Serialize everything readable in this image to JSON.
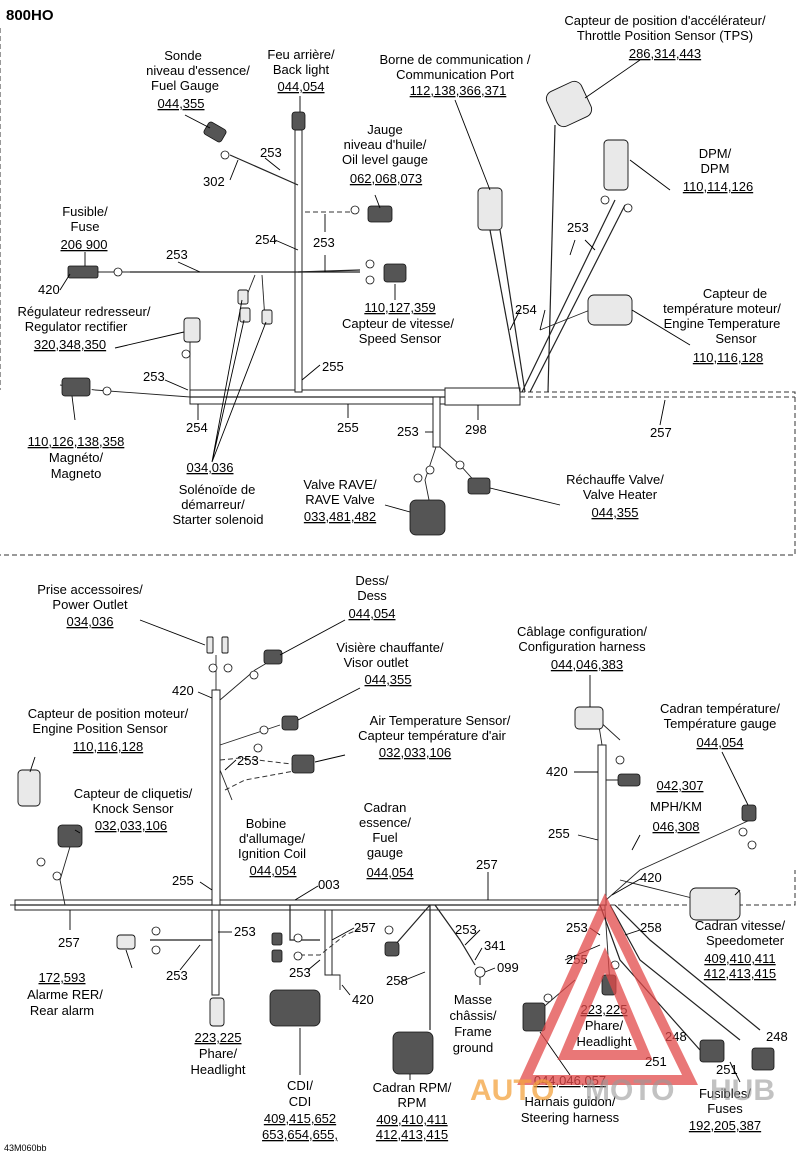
{
  "model": "800HO",
  "figure_ref": "43M060bb",
  "watermark": {
    "part1": "AUTO",
    "part2": "MOTO",
    "part3": "HUB"
  },
  "components": {
    "tps": {
      "fr": "Capteur de position d'accélérateur/",
      "en": "Throttle Position Sensor (TPS)",
      "codes": "286,314,443"
    },
    "comm_port": {
      "fr": "Borne de communication /",
      "en": "Communication Port",
      "codes": "112,138,366,371"
    },
    "back_light": {
      "fr": "Feu arrière/",
      "en": "Back light",
      "codes": "044,054"
    },
    "fuel_gauge": {
      "l1": "Sonde",
      "l2": "niveau d'essence/",
      "l3": "Fuel Gauge",
      "codes": "044,355"
    },
    "oil_gauge": {
      "l1": "Jauge",
      "l2": "niveau d'huile/",
      "l3": "Oil level gauge",
      "codes": "062,068,073"
    },
    "dpm": {
      "fr": "DPM/",
      "en": "DPM",
      "codes": "110,114,126"
    },
    "fuse": {
      "fr": "Fusible/",
      "en": "Fuse",
      "codes": "206 900"
    },
    "speed_sensor": {
      "codes": "110,127,359",
      "fr": "Capteur de vitesse/",
      "en": "Speed Sensor"
    },
    "engine_temp": {
      "l1": "Capteur de",
      "l2": "température moteur/",
      "l3": "Engine Temperature",
      "l4": "Sensor",
      "codes": "110,116,128"
    },
    "regulator": {
      "fr": "Régulateur redresseur/",
      "en": "Regulator rectifier",
      "codes": "320,348,350"
    },
    "magneto": {
      "codes": "110,126,138,358",
      "fr": "Magnéto/",
      "en": "Magneto"
    },
    "starter": {
      "codes": "034,036",
      "l1": "Solénoïde de",
      "l2": "démarreur/",
      "l3": "Starter solenoid"
    },
    "rave": {
      "fr": "Valve RAVE/",
      "en": "RAVE Valve",
      "codes": "033,481,482"
    },
    "valve_heater": {
      "fr": "Réchauffe Valve/",
      "en": "Valve Heater",
      "codes": "044,355"
    },
    "power_outlet": {
      "fr": "Prise accessoires/",
      "en": "Power Outlet",
      "codes": "034,036"
    },
    "dess": {
      "fr": "Dess/",
      "en": "Dess",
      "codes": "044,054"
    },
    "visor": {
      "fr": "Visière chauffante/",
      "en": "Visor outlet",
      "codes": "044,355"
    },
    "config": {
      "fr": "Câblage configuration/",
      "en": "Configuration harness",
      "codes": "044,046,383"
    },
    "temp_gauge": {
      "fr": "Cadran température/",
      "en": "Température gauge",
      "codes": "044,054"
    },
    "engine_pos": {
      "fr": "Capteur de position moteur/",
      "en": "Engine Position Sensor",
      "codes": "110,116,128"
    },
    "air_temp": {
      "en": "Air Temperature Sensor/",
      "fr": "Capteur température d'air",
      "codes": "032,033,106"
    },
    "knock": {
      "fr": "Capteur de cliquetis/",
      "en": "Knock Sensor",
      "codes": "032,033,106"
    },
    "mph": {
      "codes": "042,307",
      "label": "MPH/KM",
      "codes2": "046,308"
    },
    "coil": {
      "l1": "Bobine",
      "l2": "d'allumage/",
      "l3": "Ignition Coil",
      "codes": "044,054"
    },
    "fuel_dial": {
      "l1": "Cadran",
      "l2": "essence/",
      "l3": "Fuel",
      "l4": "gauge",
      "codes": "044,054"
    },
    "speedometer": {
      "fr": "Cadran vitesse/",
      "en": "Speedometer",
      "codes1": "409,410,411",
      "codes2": "412,413,415"
    },
    "rear_alarm": {
      "codes": "172,593",
      "fr": "Alarme RER/",
      "en": "Rear alarm"
    },
    "headlight_left": {
      "codes": "223,225",
      "fr": "Phare/",
      "en": "Headlight"
    },
    "headlight_right": {
      "codes": "223,225",
      "fr": "Phare/",
      "en": "Headlight"
    },
    "frame_ground": {
      "l1": "Masse",
      "l2": "châssis/",
      "l3": "Frame",
      "l4": "ground"
    },
    "cdi": {
      "fr": "CDI/",
      "en": "CDI",
      "codes1": "409,415,652",
      "codes2": "653,654,655,"
    },
    "rpm": {
      "fr": "Cadran RPM/",
      "en": "RPM",
      "codes1": "409,410,411",
      "codes2": "412,413,415"
    },
    "steering": {
      "codes": "044,046,057",
      "fr": "Harnais guidon/",
      "en": "Steering harness"
    },
    "fuses": {
      "fr": "Fusibles/",
      "en": "Fuses",
      "codes": "192,205,387"
    }
  },
  "wire_numbers": {
    "w253": "253",
    "w254": "254",
    "w255": "255",
    "w257": "257",
    "w258": "258",
    "w298": "298",
    "w302": "302",
    "w420": "420",
    "w003": "003",
    "w341": "341",
    "w099": "099",
    "w248": "248",
    "w251": "251"
  }
}
